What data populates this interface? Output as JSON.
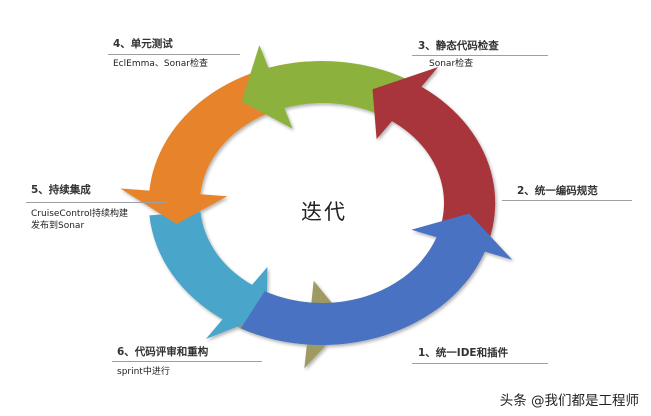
{
  "center_label": "迭代",
  "steps": [
    {
      "title": "1、统一IDE和插件",
      "desc": "",
      "color": "#4a72c2"
    },
    {
      "title": "2、统一编码规范",
      "desc": "",
      "color": "#a8363a"
    },
    {
      "title": "3、静态代码检查",
      "desc": "Sonar检查",
      "color": "#8cb23c"
    },
    {
      "title": "4、单元测试",
      "desc": "EclEmma、Sonar检查",
      "color": "#e7832a"
    },
    {
      "title": "5、持续集成",
      "desc": "CruiseControl持续构建\n发布到Sonar",
      "color": "#4aa5c9"
    },
    {
      "title": "6、代码评审和重构",
      "desc": "sprint中进行",
      "color": "#9e9a62"
    }
  ],
  "watermark": "头条 @我们都是工程师"
}
